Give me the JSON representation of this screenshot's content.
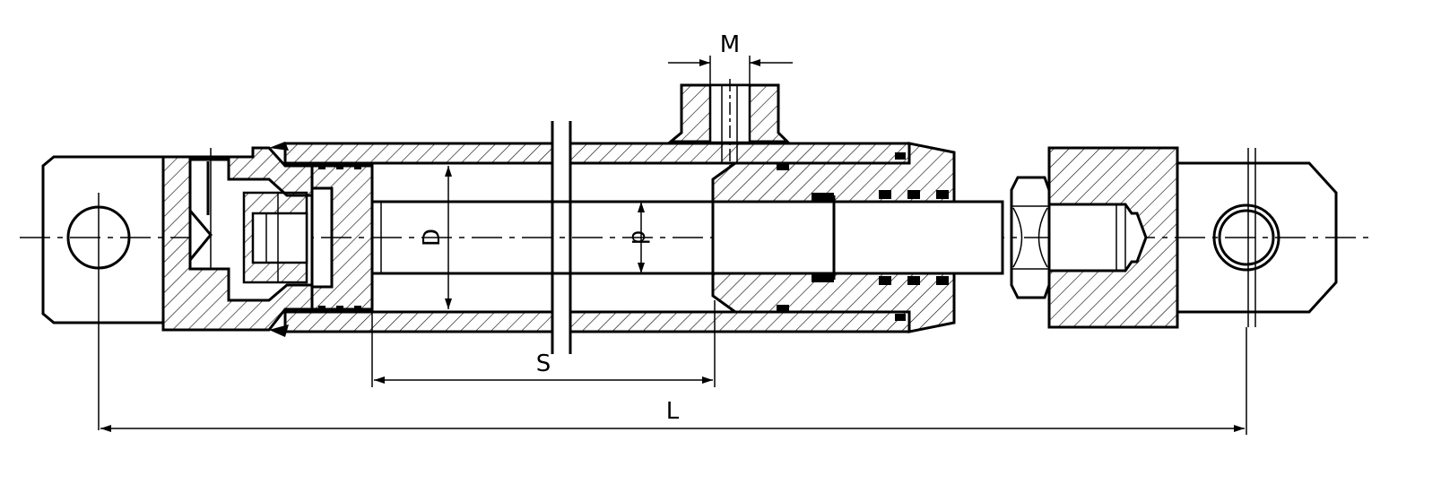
{
  "diagram": {
    "dimensions": {
      "port_thread": "M",
      "bore_diameter": "D",
      "rod_diameter": "d",
      "stroke": "S",
      "overall_length": "L"
    },
    "colors": {
      "line": "#000000",
      "background": "#ffffff"
    }
  }
}
